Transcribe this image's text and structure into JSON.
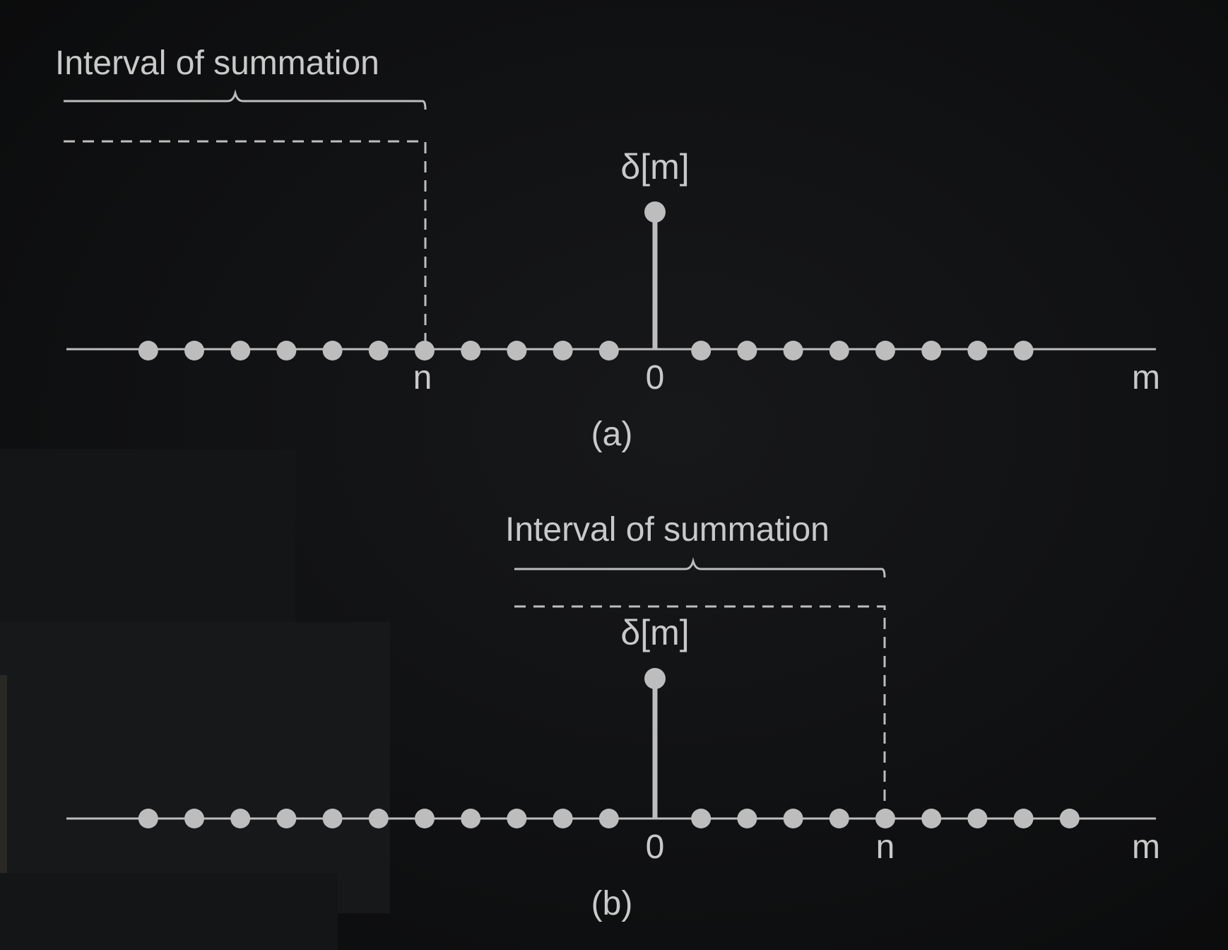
{
  "panels": [
    {
      "id": "a",
      "bracket_label": "Interval of summation",
      "stem_label": "δ[m]",
      "origin_label": "0",
      "n_label": "n",
      "axis_label": "m",
      "caption": "(a)",
      "n_value": -5,
      "points": [
        -11,
        -10,
        -9,
        -8,
        -7,
        -6,
        -5,
        -4,
        -3,
        -2,
        -1,
        0,
        1,
        2,
        3,
        4,
        5,
        6,
        7,
        8
      ]
    },
    {
      "id": "b",
      "bracket_label": "Interval of summation",
      "stem_label": "δ[m]",
      "origin_label": "0",
      "n_label": "n",
      "axis_label": "m",
      "caption": "(b)",
      "n_value": 5,
      "points": [
        -11,
        -10,
        -9,
        -8,
        -7,
        -6,
        -5,
        -4,
        -3,
        -2,
        -1,
        0,
        1,
        2,
        3,
        4,
        5,
        6,
        7,
        8,
        9
      ]
    }
  ],
  "colors": {
    "background": "#0f1011",
    "ink": "#bdbdbd",
    "text": "#c9c9c9"
  }
}
